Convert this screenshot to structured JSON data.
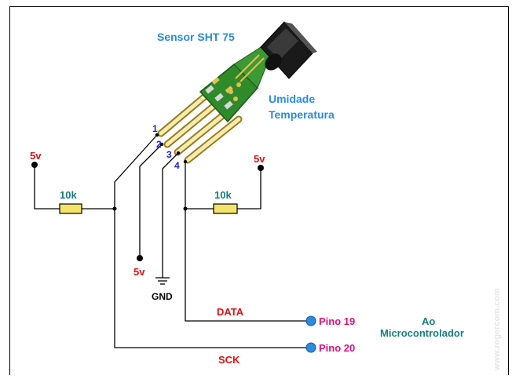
{
  "sensor": {
    "title": "Sensor SHT 75",
    "desc_line1": "Umidade",
    "desc_line2": "Temperatura",
    "pins": [
      "1",
      "2",
      "3",
      "4"
    ]
  },
  "left": {
    "supply": "5v",
    "resistor": "10k"
  },
  "right": {
    "supply": "5v",
    "resistor": "10k"
  },
  "pin2_supply": "5v",
  "ground": "GND",
  "signals": {
    "data_label": "DATA",
    "data_pin": "Pino 19",
    "sck_label": "SCK",
    "sck_pin": "Pino 20"
  },
  "mcu": {
    "line1": "Ao",
    "line2": "Microcontrolador"
  },
  "watermark": "www.rogercom.com",
  "colors": {
    "title_blue": "#2a8be0",
    "pin_blue": "#2020d0",
    "supply_red": "#e01010",
    "resistor_green": "#1a7a7a",
    "signal_red": "#e01010",
    "pin_magenta": "#e0107a",
    "mcu_teal": "#1a8080",
    "resistor_fill": "#f2e36a",
    "pcb_green": "#2f8a2a"
  }
}
